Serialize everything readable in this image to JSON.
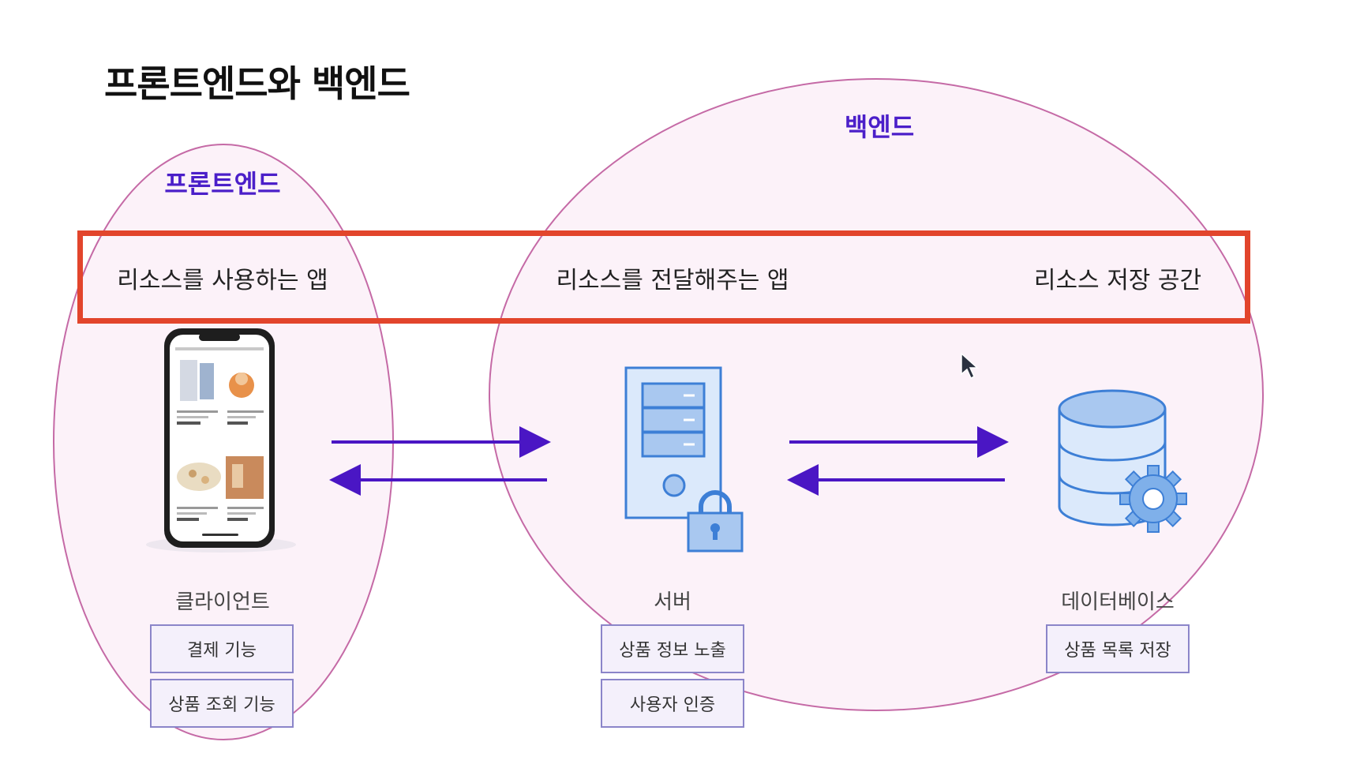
{
  "title": "프론트엔드와 백엔드",
  "regions": {
    "frontend": "프론트엔드",
    "backend": "백엔드"
  },
  "roles": {
    "client_role": "리소스를 사용하는 앱",
    "server_role": "리소스를 전달해주는 앱",
    "db_role": "리소스 저장 공간"
  },
  "nodes": {
    "client": {
      "label": "클라이언트",
      "features": [
        "결제 기능",
        "상품 조회 기능"
      ]
    },
    "server": {
      "label": "서버",
      "features": [
        "상품 정보 노출",
        "사용자 인증"
      ]
    },
    "database": {
      "label": "데이터베이스",
      "features": [
        "상품 목록 저장"
      ]
    }
  },
  "colors": {
    "ellipse_fill": "#fcf0f8",
    "ellipse_stroke": "#c56aa6",
    "arrow": "#4a16c4",
    "highlight": "#e2452c",
    "icon_fill": "#dbe9fb",
    "icon_stroke": "#3d7fd6",
    "region_text": "#4b1fc9"
  },
  "icons": [
    "smartphone-icon",
    "server-lock-icon",
    "database-gear-icon",
    "cursor-icon"
  ]
}
